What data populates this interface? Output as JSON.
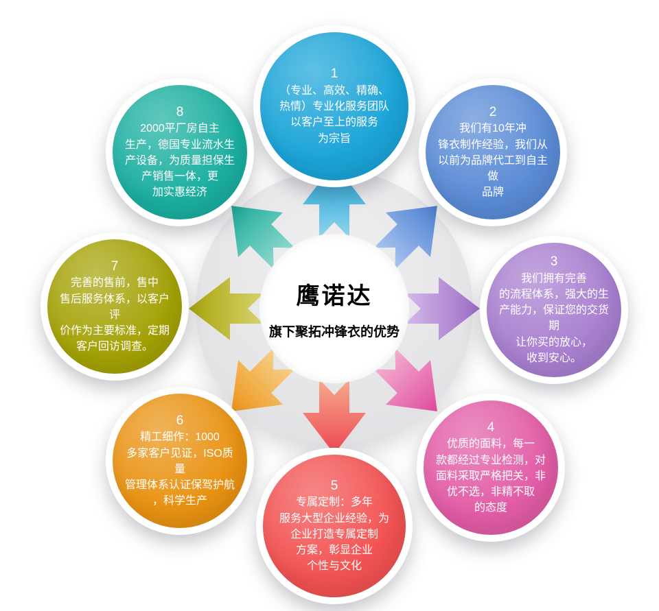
{
  "center": {
    "title": "鹰诺达",
    "subtitle": "旗下聚拓冲锋衣的优势"
  },
  "items": [
    {
      "number": "1",
      "position": "top",
      "color": "#1ba4d8",
      "text": "（专业、高效、精确、\n热情）专业化服务团队\n以客户至上的服务\n为宗旨"
    },
    {
      "number": "2",
      "position": "top-right",
      "color": "#5a8bd6",
      "text": "我们有10年冲\n锋衣制作经验，我们从\n以前为品牌代工到自主做\n品牌"
    },
    {
      "number": "3",
      "position": "right",
      "color": "#a87fd0",
      "text": "我们拥有完善\n的流程体系，强大的生\n产能力，保证您的交货期\n让你买的放心，\n收到安心。"
    },
    {
      "number": "4",
      "position": "bottom-right",
      "color": "#e25ca6",
      "text": "优质的面料，每一\n款都经过专业检测，对\n面料采取严格把关，非\n优不选，非精不取\n的态度"
    },
    {
      "number": "5",
      "position": "bottom",
      "color": "#f25252",
      "text": "专属定制：多年\n服务大型企业经验，为\n企业打造专属定制\n方案，彰显企业\n个性与文化"
    },
    {
      "number": "6",
      "position": "bottom-left",
      "color": "#e99212",
      "text": "精工细作：1000\n多家客户见证，ISO质量\n管理体系认证保驾护航\n，科学生产"
    },
    {
      "number": "7",
      "position": "left",
      "color": "#a4a206",
      "text": "完善的售前，售中\n售后服务体系，以客户评\n价作为主要标准，定期\n客户回访调查。"
    },
    {
      "number": "8",
      "position": "top-left",
      "color": "#1bafa0",
      "text": "2000平厂房自主\n生产，德国专业流水生\n产设备，为质量担保生\n产销售一体，更\n加实惠经济"
    }
  ],
  "arrows": [
    {
      "direction": "up",
      "from": "#8fd4ec",
      "to": "#14a0d6"
    },
    {
      "direction": "up-right",
      "from": "#a9c4ef",
      "to": "#4a7fd0"
    },
    {
      "direction": "right",
      "from": "#d3b8ea",
      "to": "#9c6cc6"
    },
    {
      "direction": "down-right",
      "from": "#f2aed0",
      "to": "#e04a9e"
    },
    {
      "direction": "down",
      "from": "#f5a88c",
      "to": "#ee4752"
    },
    {
      "direction": "down-left",
      "from": "#f6d08a",
      "to": "#ed9416"
    },
    {
      "direction": "left",
      "from": "#d6d26e",
      "to": "#a8a409"
    },
    {
      "direction": "up-left",
      "from": "#8ed8cc",
      "to": "#17ab99"
    }
  ]
}
